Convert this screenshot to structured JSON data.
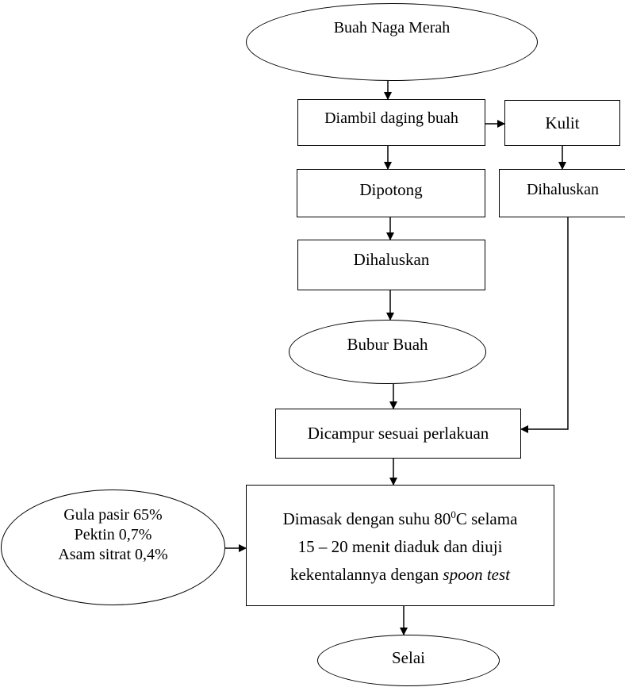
{
  "nodes": {
    "buah_naga_merah": "Buah Naga Merah",
    "diambil_daging_buah": "Diambil daging buah",
    "kulit": "Kulit",
    "dipotong": "Dipotong",
    "dihaluskan_kulit": "Dihaluskan",
    "dihaluskan_daging": "Dihaluskan",
    "bubur_buah": "Bubur Buah",
    "dicampur": "Dicampur sesuai perlakuan",
    "dimasak": {
      "line1_pre": "Dimasak dengan suhu 80",
      "line1_sup": "0",
      "line1_post": "C selama",
      "line2": "15 – 20 menit diaduk dan  diuji",
      "line3_pre": "kekentalannya dengan ",
      "line3_em": "spoon test"
    },
    "bahan": {
      "line1": "Gula pasir 65%",
      "line2": "Pektin 0,7%",
      "line3": "Asam sitrat 0,4%"
    },
    "selai": "Selai"
  }
}
